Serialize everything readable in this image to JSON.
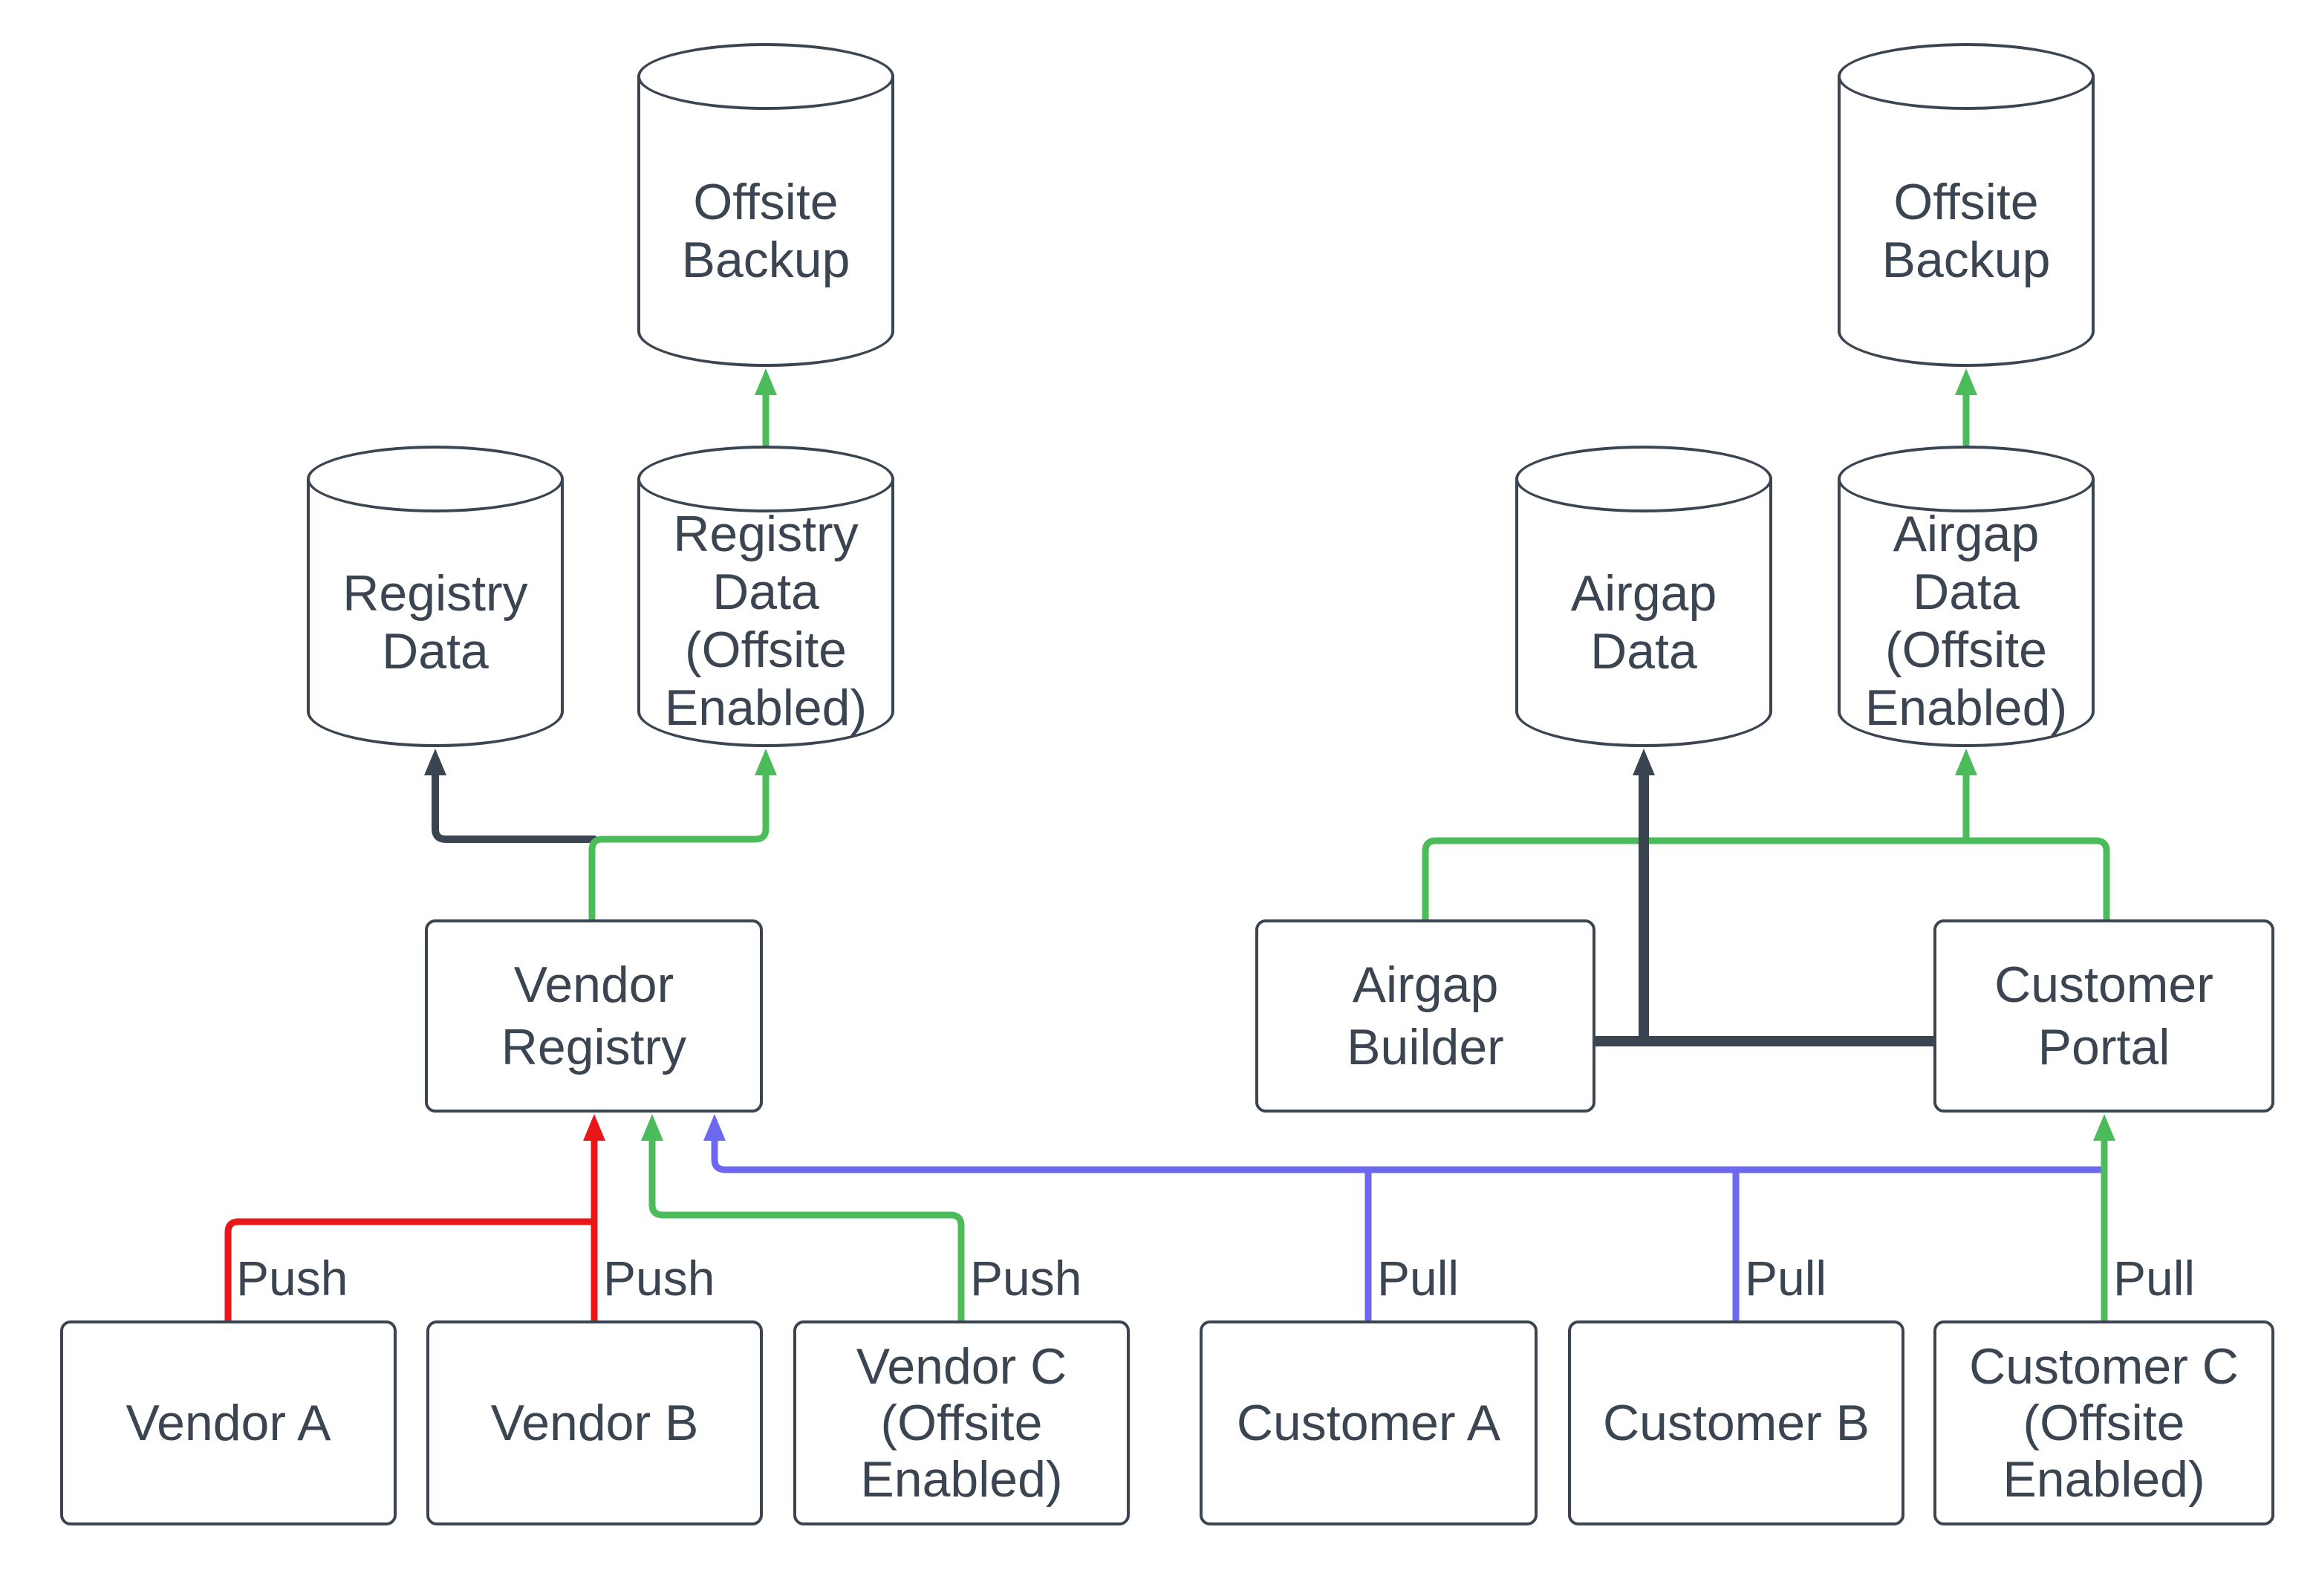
{
  "diagram": {
    "type": "flowchart",
    "colors": {
      "dark": "#3b4552",
      "text": "#3b4552",
      "green": "#4cbb59",
      "red": "#e9161a",
      "blue": "#6d68f0",
      "background": "#ffffff"
    },
    "nodes": {
      "offsite_backup_left": {
        "label": "Offsite\nBackup",
        "shape": "cylinder"
      },
      "registry_data": {
        "label": "Registry\nData",
        "shape": "cylinder"
      },
      "registry_data_offsite": {
        "label": "Registry\nData\n(Offsite\nEnabled)",
        "shape": "cylinder"
      },
      "offsite_backup_right": {
        "label": "Offsite\nBackup",
        "shape": "cylinder"
      },
      "airgap_data": {
        "label": "Airgap\nData",
        "shape": "cylinder"
      },
      "airgap_data_offsite": {
        "label": "Airgap\nData\n(Offsite\nEnabled)",
        "shape": "cylinder"
      },
      "vendor_registry": {
        "label": "Vendor\nRegistry",
        "shape": "rect"
      },
      "airgap_builder": {
        "label": "Airgap\nBuilder",
        "shape": "rect"
      },
      "customer_portal": {
        "label": "Customer\nPortal",
        "shape": "rect"
      },
      "vendor_a": {
        "label": "Vendor A",
        "shape": "rect"
      },
      "vendor_b": {
        "label": "Vendor B",
        "shape": "rect"
      },
      "vendor_c": {
        "label": "Vendor C\n(Offsite\nEnabled)",
        "shape": "rect"
      },
      "customer_a": {
        "label": "Customer A",
        "shape": "rect"
      },
      "customer_b": {
        "label": "Customer B",
        "shape": "rect"
      },
      "customer_c": {
        "label": "Customer C\n(Offsite\nEnabled)",
        "shape": "rect"
      }
    },
    "edge_labels": {
      "push_a": "Push",
      "push_b": "Push",
      "push_c": "Push",
      "pull_a": "Pull",
      "pull_b": "Pull",
      "pull_c": "Pull"
    },
    "edges": [
      {
        "from": "Vendor A",
        "to": "Vendor Registry",
        "label": "Push",
        "color": "red"
      },
      {
        "from": "Vendor B",
        "to": "Vendor Registry",
        "label": "Push",
        "color": "red"
      },
      {
        "from": "Vendor C (Offsite Enabled)",
        "to": "Vendor Registry",
        "label": "Push",
        "color": "green"
      },
      {
        "from": "Customer A",
        "to": "Vendor Registry",
        "label": "Pull",
        "color": "blue"
      },
      {
        "from": "Customer B",
        "to": "Vendor Registry",
        "label": "Pull",
        "color": "blue"
      },
      {
        "from": "Customer C (Offsite Enabled)",
        "to": "Customer Portal",
        "label": "Pull",
        "color": "green"
      },
      {
        "from": "Vendor Registry",
        "to": "Registry Data",
        "color": "dark"
      },
      {
        "from": "Vendor Registry",
        "to": "Registry Data (Offsite Enabled)",
        "color": "green"
      },
      {
        "from": "Registry Data (Offsite Enabled)",
        "to": "Offsite Backup",
        "color": "green"
      },
      {
        "from": "Airgap Builder",
        "to": "Customer Portal",
        "color": "dark"
      },
      {
        "from": "Airgap Builder / Customer Portal",
        "to": "Airgap Data",
        "color": "dark"
      },
      {
        "from": "Customer Portal",
        "to": "Airgap Builder",
        "color": "green"
      },
      {
        "from": "Customer Portal",
        "to": "Airgap Data (Offsite Enabled)",
        "color": "green"
      },
      {
        "from": "Airgap Data (Offsite Enabled)",
        "to": "Offsite Backup",
        "color": "green"
      }
    ]
  }
}
